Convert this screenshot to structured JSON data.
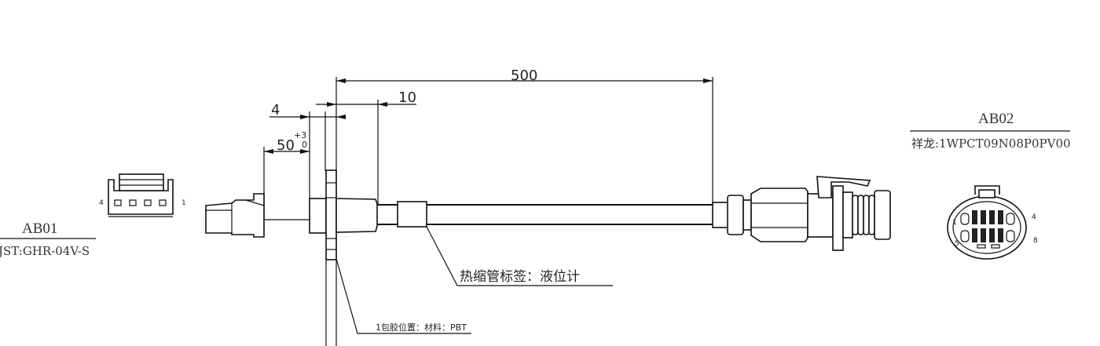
{
  "dimensions": {
    "overall_length": "500",
    "label_offset": "10",
    "flange_thickness": "4",
    "plug_length": "50",
    "plug_tol_plus": "+3",
    "plug_tol_minus": "0"
  },
  "connector_left": {
    "id": "AB01",
    "part": "JST:GHR-04V-S",
    "pin_first": "4",
    "pin_last": "1"
  },
  "connector_right": {
    "id": "AB02",
    "part": "祥龙:1WPCT09N08P0PV00",
    "pin_1": "1",
    "pin_4": "4",
    "pin_5": "5",
    "pin_8": "8"
  },
  "notes": {
    "heat_shrink": "热缩管标签：液位计",
    "overmold": "1包胶位置：材料：PBT"
  }
}
